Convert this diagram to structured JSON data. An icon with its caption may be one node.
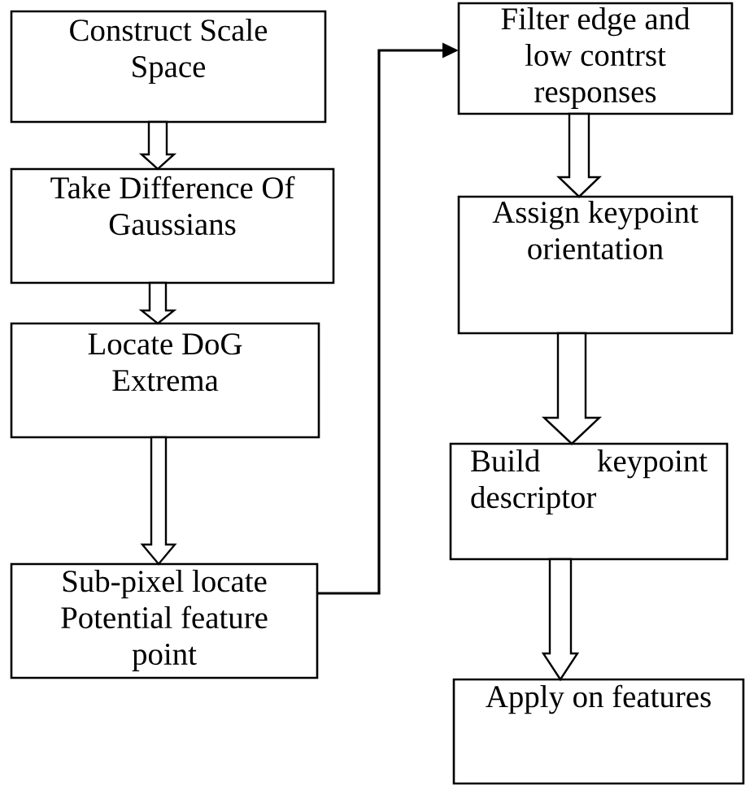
{
  "diagram": {
    "nodes": [
      {
        "text": [
          "Construct Scale Space"
        ]
      },
      {
        "text": [
          "Take Difference Of Gaussians"
        ]
      },
      {
        "text": [
          "Locate DoG Extrema"
        ]
      },
      {
        "text": [
          "Sub-pixel locate Potential feature point"
        ]
      },
      {
        "text": [
          "Filter edge and low contrst responses"
        ]
      },
      {
        "text": [
          "Assign keypoint orientation"
        ]
      },
      {
        "text": [
          "Build keypoint descriptor"
        ]
      },
      {
        "text": [
          "Apply on features"
        ]
      }
    ],
    "edges": [
      {
        "from": 0,
        "to": 1,
        "arrow": "to",
        "style": "thick"
      },
      {
        "from": 1,
        "to": 2,
        "arrow": "to",
        "style": "thick"
      },
      {
        "from": 2,
        "to": 3,
        "arrow": "to",
        "style": "thick"
      },
      {
        "from": 3,
        "to": 4,
        "arrow": "to"
      },
      {
        "from": 4,
        "to": 5,
        "arrow": "to",
        "style": "thick"
      },
      {
        "from": 5,
        "to": 6,
        "arrow": "to",
        "style": "thick"
      },
      {
        "from": 6,
        "to": 7,
        "arrow": "to",
        "style": "thick"
      }
    ]
  }
}
